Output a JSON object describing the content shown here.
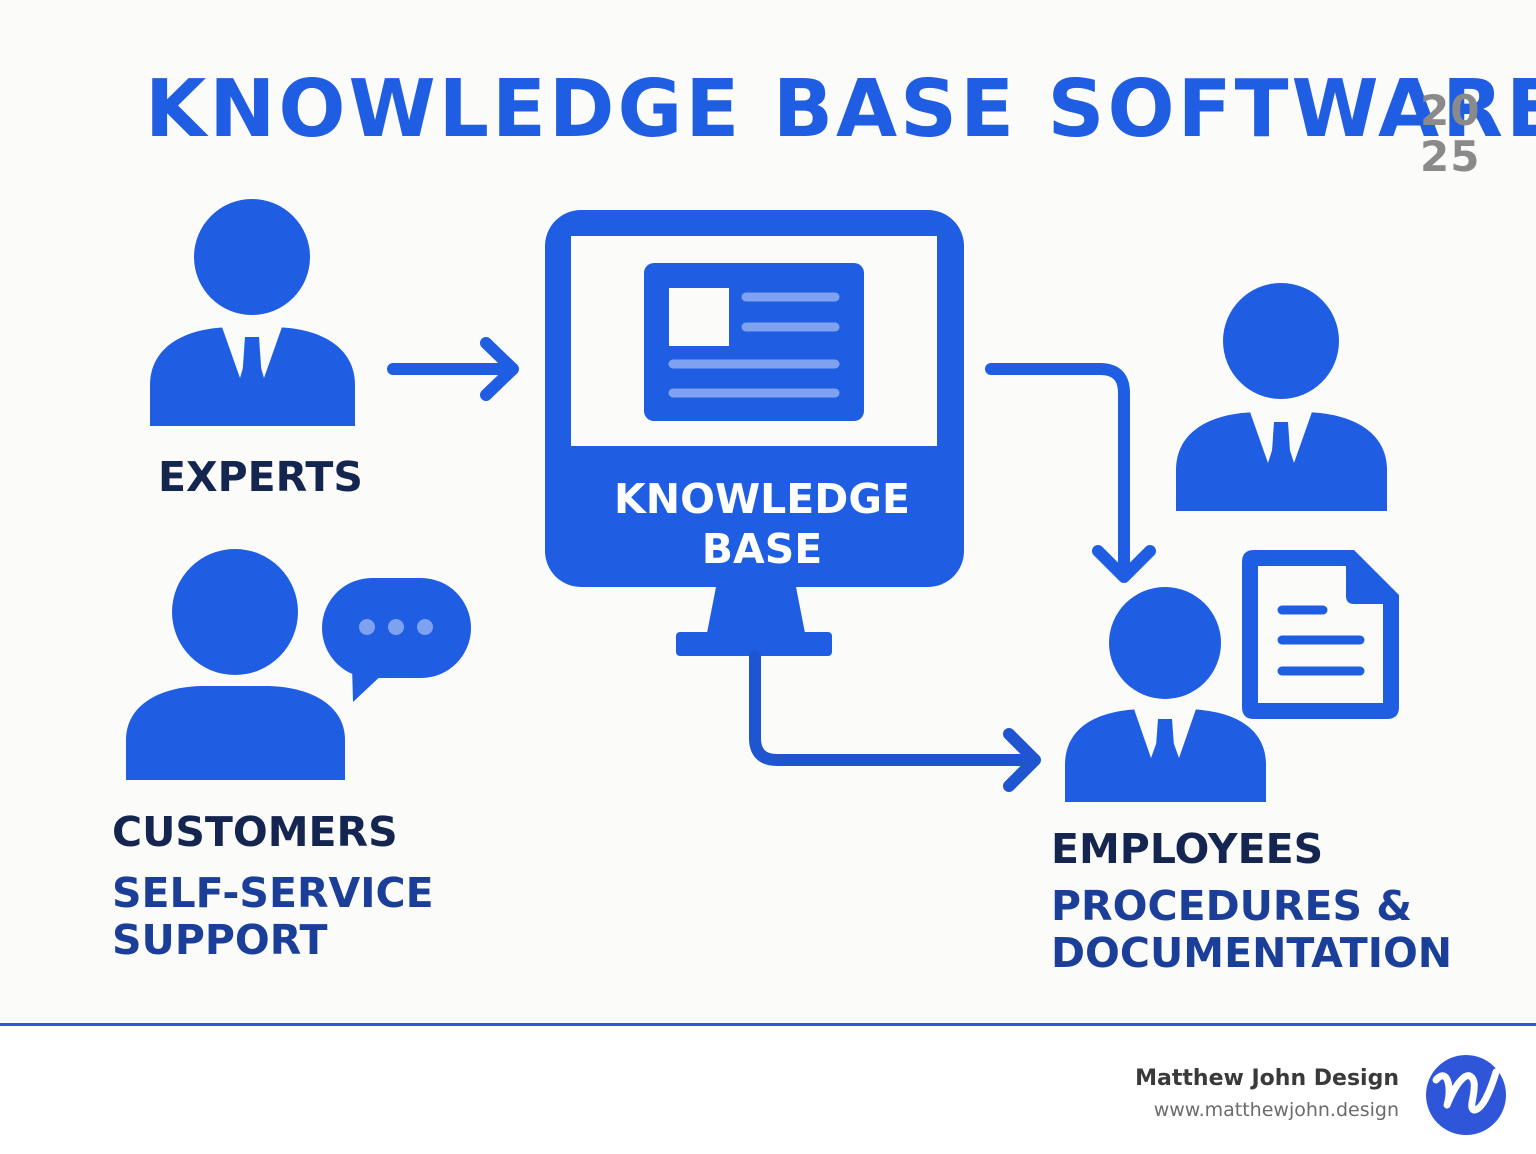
{
  "title": "KNOWLEDGE BASE SOFTWARE",
  "year": {
    "line1": "20",
    "line2": "25"
  },
  "center": {
    "line1": "KNOWLEDGE",
    "line2": "BASE"
  },
  "experts": {
    "label": "EXPERTS"
  },
  "customers": {
    "label": "CUSTOMERS",
    "sub_line1": "SELF-SERVICE",
    "sub_line2": "SUPPORT"
  },
  "employees": {
    "label": "EMPLOYEES",
    "sub_line1": "PROCEDURES &",
    "sub_line2": "DOCUMENTATION"
  },
  "brand": {
    "name": "Matthew John Design",
    "url": "www.matthewjohn.design"
  },
  "colors": {
    "primary_blue": "#1f5ee2",
    "dark_navy": "#14254f",
    "sub_navy": "#1b3f99",
    "year_gray": "#8a8a8a"
  },
  "icons": [
    "person-icon",
    "chat-bubble-icon",
    "monitor-icon",
    "document-icon",
    "arrow-icon",
    "logo-icon"
  ]
}
